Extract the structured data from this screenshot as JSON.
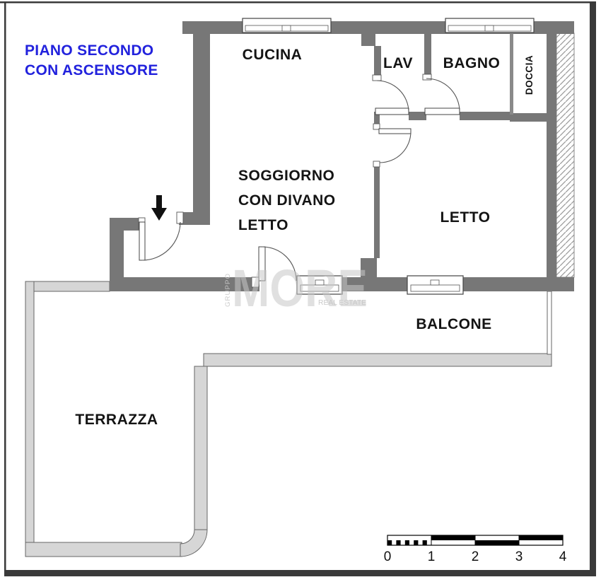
{
  "title": {
    "line1": "PIANO SECONDO",
    "line2": "CON ASCENSORE",
    "color": "#2222dd"
  },
  "rooms": {
    "cucina": "CUCINA",
    "lav": "LAV",
    "bagno": "BAGNO",
    "doccia": "DOCCIA",
    "soggiorno_line1": "SOGGIORNO",
    "soggiorno_line2": "CON DIVANO",
    "soggiorno_line3": "LETTO",
    "letto": "LETTO",
    "balcone": "BALCONE",
    "terrazza": "TERRAZZA"
  },
  "watermark": {
    "gruppo": "GRUPPO",
    "more": "MORE",
    "real_estate": "REAL ESTATE"
  },
  "scale_bar": {
    "labels": [
      "0",
      "1",
      "2",
      "3",
      "4"
    ]
  },
  "colors": {
    "wall": "#777777",
    "partition": "#8a8a8a",
    "railing": "#d6d6d6",
    "title_blue": "#2222dd",
    "label_black": "#141414",
    "watermark_gray": "#c8c8c8",
    "frame_dark": "#3a3a3a"
  }
}
